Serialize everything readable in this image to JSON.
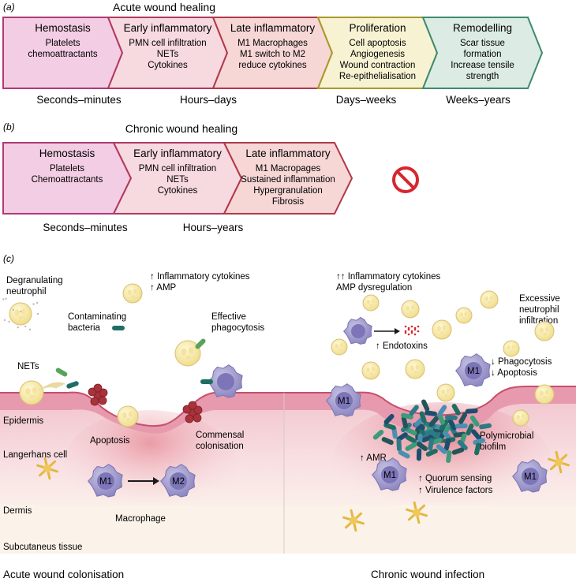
{
  "panel_a": {
    "label": "(a)",
    "title": "Acute wound healing",
    "stages": [
      {
        "name": "Hemostasis",
        "items": [
          "Platelets",
          "chemoattractants"
        ],
        "fill": "#f3cde3",
        "stroke": "#b03a78"
      },
      {
        "name": "Early inflammatory",
        "items": [
          "PMN cell infiltration",
          "NETs",
          "Cytokines"
        ],
        "fill": "#f7d9e0",
        "stroke": "#b03a60"
      },
      {
        "name": "Late inflammatory",
        "items": [
          "M1 Macrophages",
          "M1 switch to M2",
          "reduce cytokines"
        ],
        "fill": "#f7d6d6",
        "stroke": "#b03a4a"
      },
      {
        "name": "Proliferation",
        "items": [
          "Cell apoptosis",
          "Angiogenesis",
          "Wound contraction",
          "Re-epithelialisation"
        ],
        "fill": "#f7f3d2",
        "stroke": "#a89a2a"
      },
      {
        "name": "Remodelling",
        "items": [
          "Scar tissue",
          "formation",
          "Increase tensile",
          "strength"
        ],
        "fill": "#dcebe3",
        "stroke": "#3f8a70"
      }
    ],
    "timescales": [
      "Seconds–minutes",
      "Hours–days",
      "Days–weeks",
      "Weeks–years"
    ]
  },
  "panel_b": {
    "label": "(b)",
    "title": "Chronic wound healing",
    "stages": [
      {
        "name": "Hemostasis",
        "items": [
          "Platelets",
          "Chemoattractants"
        ],
        "fill": "#f3cde3",
        "stroke": "#b03a78"
      },
      {
        "name": "Early inflammatory",
        "items": [
          "PMN cell infiltration",
          "NETs",
          "Cytokines"
        ],
        "fill": "#f7d9e0",
        "stroke": "#b03a60"
      },
      {
        "name": "Late inflammatory",
        "items": [
          "M1 Macropages",
          "Sustained inflammation",
          "Hypergranulation",
          "Fibrosis"
        ],
        "fill": "#f7d6d6",
        "stroke": "#b03a4a"
      }
    ],
    "timescales": [
      "Seconds–minutes",
      "Hours–years"
    ],
    "stop_color": "#d8262e"
  },
  "panel_c": {
    "label": "(c)",
    "left": {
      "degranulating": [
        "Degranulating",
        "neutrophil"
      ],
      "cytokines": [
        "↑ Inflammatory cytokines",
        "↑ AMP"
      ],
      "contaminating": [
        "Contaminating",
        "bacteria"
      ],
      "effective": [
        "Effective",
        "phagocytosis"
      ],
      "nets": "NETs",
      "epidermis": "Epidermis",
      "apoptosis": "Apoptosis",
      "commensal": [
        "Commensal",
        "colonisation"
      ],
      "langerhans": "Langerhans cell",
      "m1": "M1",
      "m2": "M2",
      "macrophage": "Macrophage",
      "dermis": "Dermis",
      "subcutaneous": "Subcutaneus tissue",
      "caption": "Acute wound colonisation"
    },
    "right": {
      "cytokines": [
        "↑↑ Inflammatory cytokines",
        "AMP dysregulation"
      ],
      "excessive": [
        "Excessive",
        "neutrophil",
        "infiltration"
      ],
      "endotoxins": "↑ Endotoxins",
      "phago": [
        "↓ Phagocytosis",
        "↓ Apoptosis"
      ],
      "m1": "M1",
      "biofilm": [
        "Polymicrobial",
        "biofilm"
      ],
      "amr": "↑ AMR",
      "quorum": [
        "↑ Quorum sensing",
        "↑ Virulence factors"
      ],
      "caption": "Chronic wound infection"
    }
  }
}
